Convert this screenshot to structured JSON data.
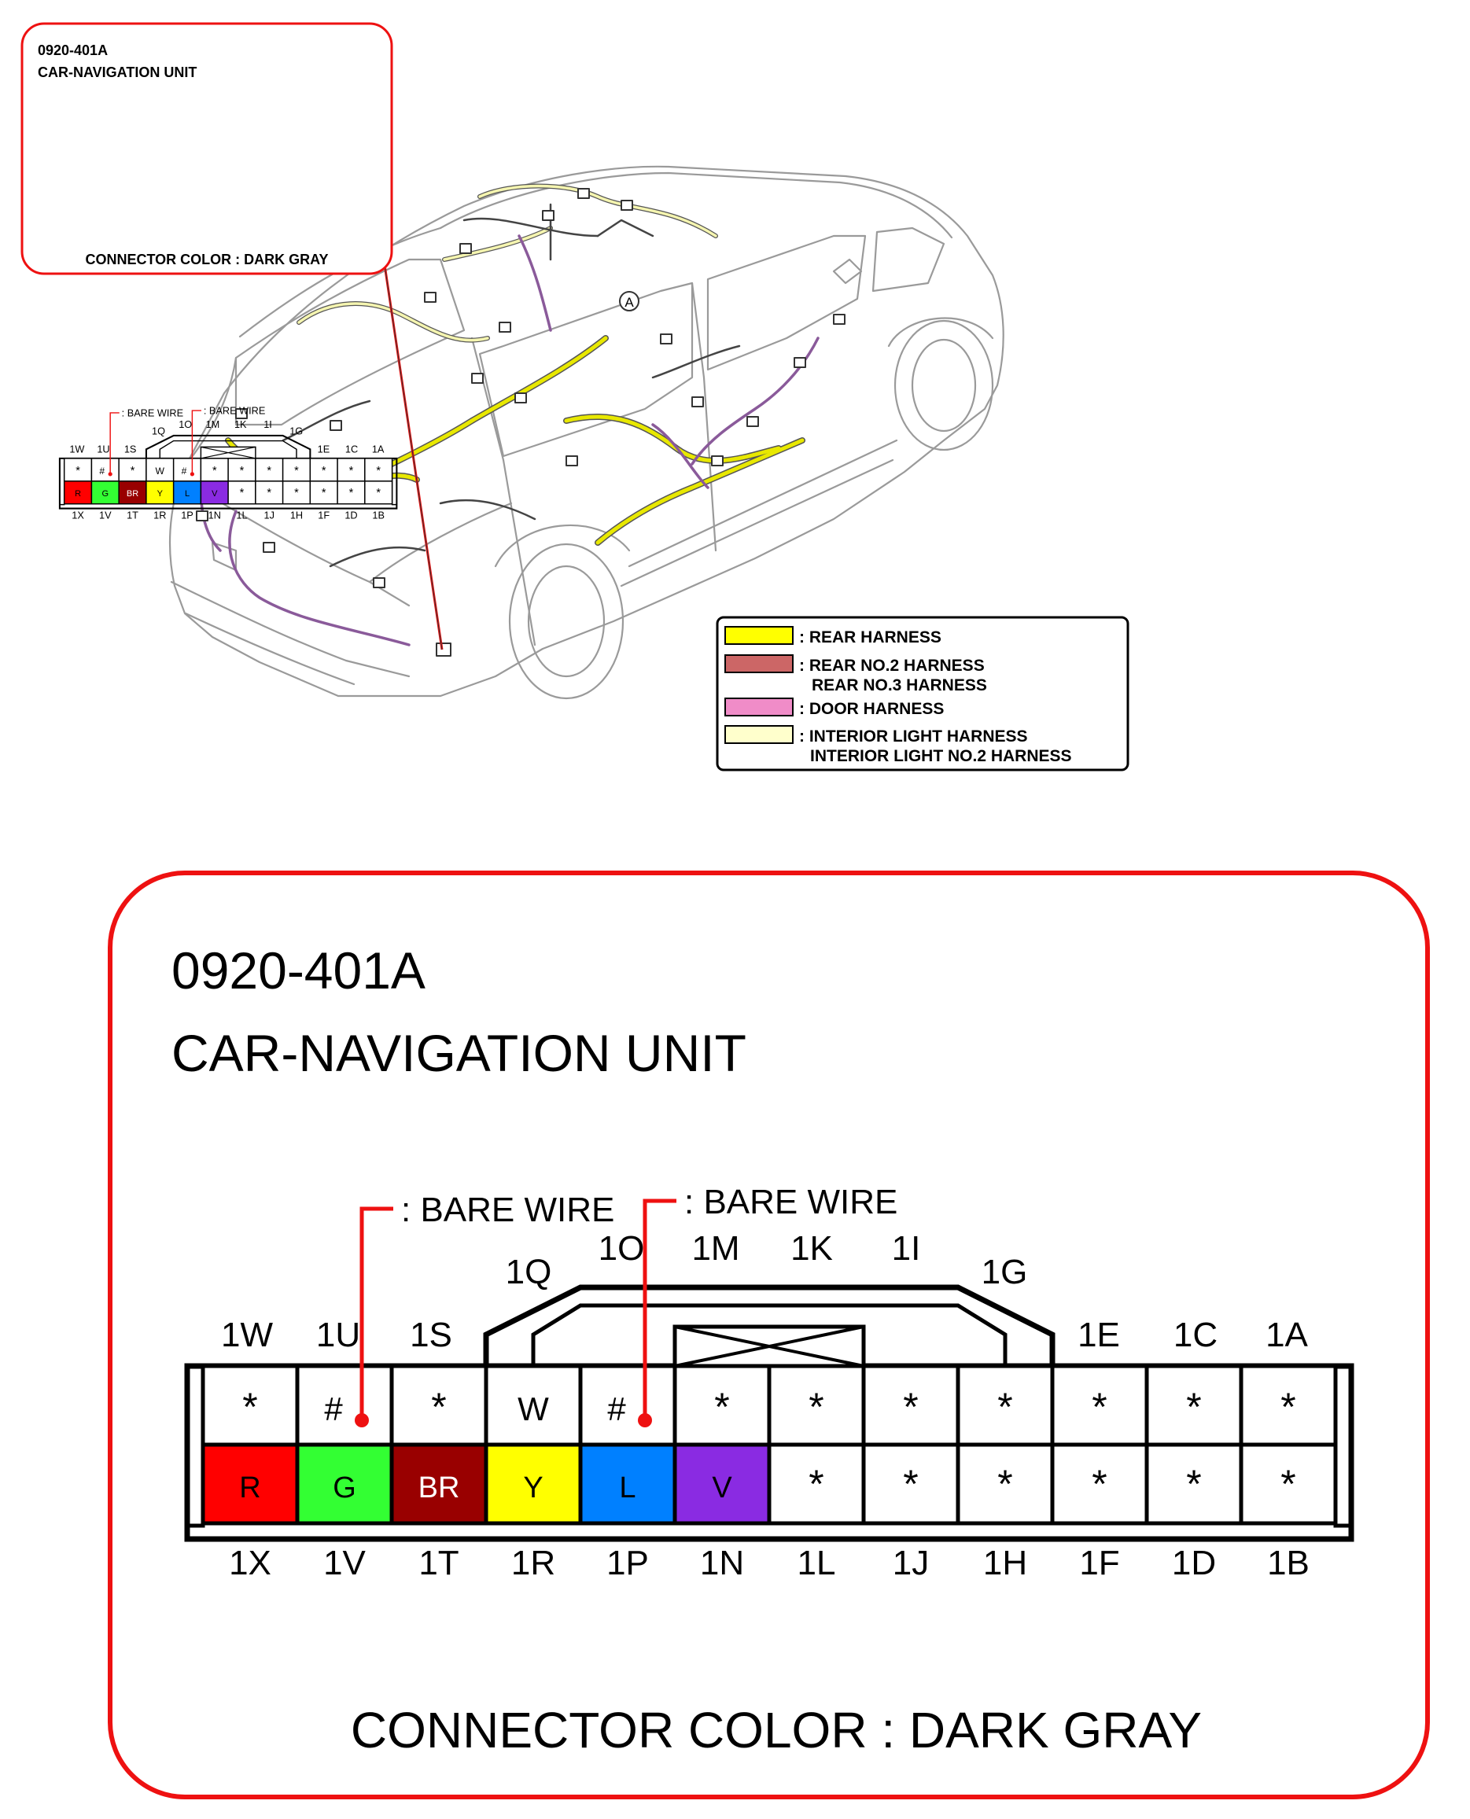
{
  "connector": {
    "code": "0920-401A",
    "name": "CAR-NAVIGATION UNIT",
    "color_label": "CONNECTOR COLOR : DARK GRAY",
    "bare_wire_label": ": BARE WIRE",
    "top_labels": [
      "1W",
      "1U",
      "1S",
      "1Q",
      "1O",
      "1M",
      "1K",
      "1I",
      "1G",
      "1E",
      "1C",
      "1A"
    ],
    "bottom_labels": [
      "1X",
      "1V",
      "1T",
      "1R",
      "1P",
      "1N",
      "1L",
      "1J",
      "1H",
      "1F",
      "1D",
      "1B"
    ],
    "top_row": [
      {
        "mark": "*",
        "bare": false
      },
      {
        "mark": "#",
        "bare": true
      },
      {
        "mark": "*",
        "bare": false
      },
      {
        "mark": "W",
        "bare": false
      },
      {
        "mark": "#",
        "bare": true
      },
      {
        "mark": "*",
        "bare": false
      },
      {
        "mark": "*",
        "bare": false
      },
      {
        "mark": "*",
        "bare": false
      },
      {
        "mark": "*",
        "bare": false
      },
      {
        "mark": "*",
        "bare": false
      },
      {
        "mark": "*",
        "bare": false
      },
      {
        "mark": "*",
        "bare": false
      }
    ],
    "bottom_row": [
      {
        "mark": "R",
        "color": "#ff0000",
        "text_color": "#000000"
      },
      {
        "mark": "G",
        "color": "#33ff33",
        "text_color": "#000000"
      },
      {
        "mark": "BR",
        "color": "#990000",
        "text_color": "#ffffff"
      },
      {
        "mark": "Y",
        "color": "#ffff00",
        "text_color": "#000000"
      },
      {
        "mark": "L",
        "color": "#0080ff",
        "text_color": "#000000"
      },
      {
        "mark": "V",
        "color": "#8a2be2",
        "text_color": "#000000"
      },
      {
        "mark": "*",
        "color": "#ffffff",
        "text_color": "#000000"
      },
      {
        "mark": "*",
        "color": "#ffffff",
        "text_color": "#000000"
      },
      {
        "mark": "*",
        "color": "#ffffff",
        "text_color": "#000000"
      },
      {
        "mark": "*",
        "color": "#ffffff",
        "text_color": "#000000"
      },
      {
        "mark": "*",
        "color": "#ffffff",
        "text_color": "#000000"
      },
      {
        "mark": "*",
        "color": "#ffffff",
        "text_color": "#000000"
      }
    ]
  },
  "legend": {
    "items": [
      {
        "color": "#ffff00",
        "lines": [
          ": REAR HARNESS"
        ]
      },
      {
        "color": "#cc6666",
        "lines": [
          ": REAR NO.2 HARNESS",
          "REAR NO.3 HARNESS"
        ]
      },
      {
        "color": "#f08cc8",
        "lines": [
          ": DOOR HARNESS"
        ]
      },
      {
        "color": "#ffffcc",
        "lines": [
          ": INTERIOR LIGHT HARNESS",
          "INTERIOR LIGHT NO.2 HARNESS"
        ]
      }
    ]
  },
  "car": {
    "marker_label": "A"
  },
  "colors": {
    "callout_red": "#ee1111",
    "rear_harness": "#e8e800",
    "purple_harness": "#8a5a9a",
    "light_harness": "#f5f5b0"
  }
}
